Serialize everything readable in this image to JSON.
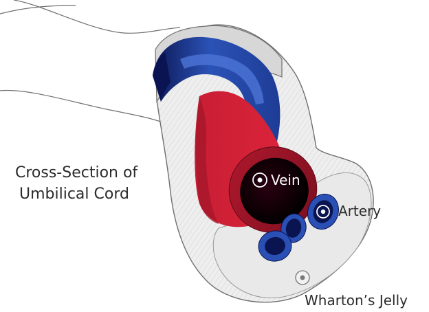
{
  "title": {
    "line1": "Cross-Section of",
    "line2": "Umbilical Cord"
  },
  "labels": {
    "vein": "Vein",
    "artery": "Artery",
    "jelly": "Wharton’s Jelly"
  },
  "colors": {
    "vein_red": "#d6243a",
    "vein_lumen": "#120006",
    "artery_blue": "#2e56b8",
    "artery_dark": "#0a1450",
    "jelly_fill": "#e8e8e8",
    "outline": "#6f6f6f"
  }
}
